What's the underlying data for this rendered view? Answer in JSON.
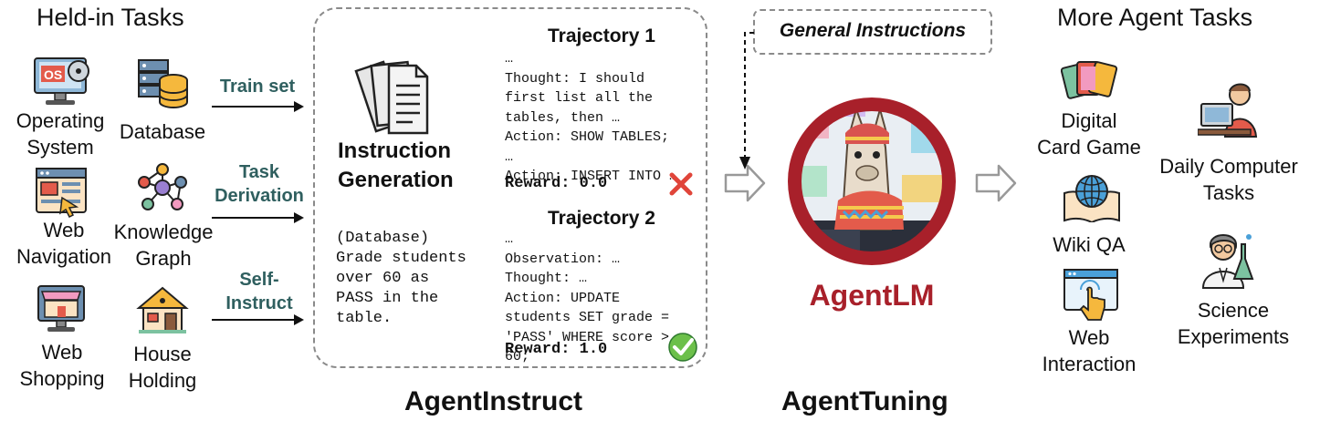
{
  "held_in": {
    "title": "Held-in Tasks",
    "tasks": [
      {
        "label": "Operating\nSystem",
        "icon": "monitor-os-icon"
      },
      {
        "label": "Database",
        "icon": "database-icon"
      },
      {
        "label": "Web\nNavigation",
        "icon": "web-page-icon"
      },
      {
        "label": "Knowledge\nGraph",
        "icon": "graph-nodes-icon"
      },
      {
        "label": "Web\nShopping",
        "icon": "shop-icon"
      },
      {
        "label": "House\nHolding",
        "icon": "house-icon"
      }
    ]
  },
  "methods": [
    "Train set",
    "Task\nDerivation",
    "Self-\nInstruct"
  ],
  "agentinstruct": {
    "label": "AgentInstruct",
    "generation": "Instruction\nGeneration",
    "instruction_text": "(Database)\nGrade students\nover 60 as\nPASS in the\ntable.",
    "trajectories": [
      {
        "title": "Trajectory 1",
        "text": "…\nThought: I should\nfirst list all the\ntables, then …\nAction: SHOW TABLES;\n…\nAction: INSERT INTO …",
        "reward_label": "Reward:",
        "reward_value": "0.0",
        "status": "fail"
      },
      {
        "title": "Trajectory 2",
        "text": "…\nObservation: …\nThought: …\nAction: UPDATE\nstudents SET grade =\n'PASS' WHERE score >\n60;",
        "reward_label": "Reward:",
        "reward_value": "1.0",
        "status": "pass"
      }
    ]
  },
  "general_instructions": "General Instructions",
  "agentlm": {
    "name": "AgentLM",
    "icon": "llama-avatar-icon"
  },
  "agenttuning": "AgentTuning",
  "more_tasks": {
    "title": "More Agent Tasks",
    "tasks": [
      {
        "label": "Digital\nCard Game",
        "icon": "cards-icon"
      },
      {
        "label": "Daily Computer\nTasks",
        "icon": "computer-user-icon"
      },
      {
        "label": "Wiki QA",
        "icon": "globe-book-icon"
      },
      {
        "label": "Science\nExperiments",
        "icon": "scientist-icon"
      },
      {
        "label": "Web\nInteraction",
        "icon": "web-click-icon"
      }
    ]
  },
  "colors": {
    "agentlm": "#a8202a",
    "method_label": "#2f5f5f",
    "fail": "#e0453a",
    "pass": "#6cc04a"
  }
}
